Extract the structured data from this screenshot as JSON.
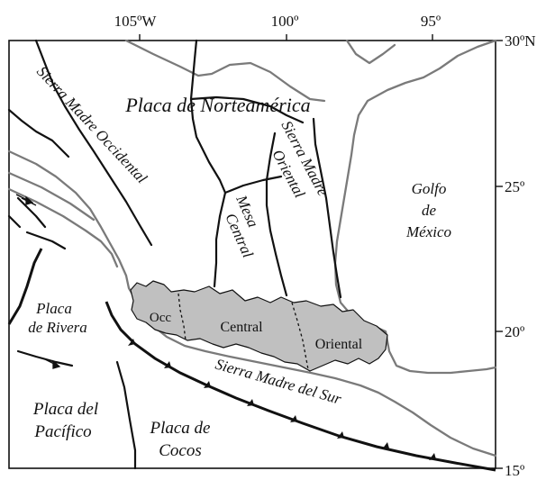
{
  "axes": {
    "top_ticks": [
      "105ºW",
      "100º",
      "95º"
    ],
    "right_ticks": [
      "30ºN",
      "25º",
      "20º",
      "15º"
    ]
  },
  "labels": {
    "north_american_plate": "Placa de Norteamérica",
    "sierra_madre_occidental": "Sierra Madre Occidental",
    "sierra_madre_oriental_1": "Sierra Madre",
    "sierra_madre_oriental_2": "Oriental",
    "mesa_central_1": "Mesa",
    "mesa_central_2": "Central",
    "gulf_1": "Golfo",
    "gulf_2": "de",
    "gulf_3": "México",
    "rivera_plate_1": "Placa",
    "rivera_plate_2": "de Rivera",
    "pacific_plate_1": "Placa del",
    "pacific_plate_2": "Pacífico",
    "cocos_plate_1": "Placa de",
    "cocos_plate_2": "Cocos",
    "sierra_madre_sur": "Sierra Madre del Sur",
    "belt_occ": "Occ",
    "belt_central": "Central",
    "belt_oriental": "Oriental"
  },
  "colors": {
    "volcanic_belt_fill": "#c0c0c0",
    "coastline": "#7a7a7a",
    "province_boundary": "#111111"
  }
}
